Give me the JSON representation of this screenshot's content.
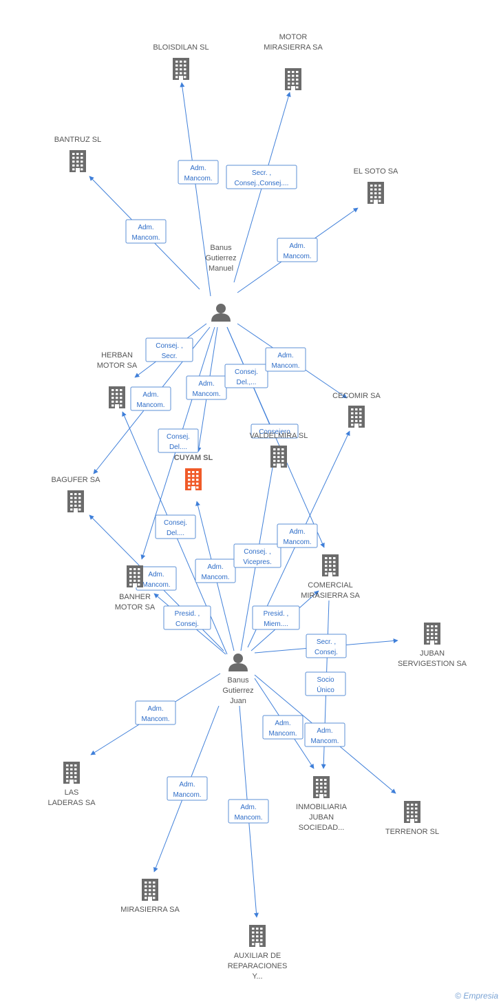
{
  "colors": {
    "edge": "#3f7fd9",
    "label_border": "#5b8fd6",
    "label_text": "#2d6cc7",
    "company_icon": "#6b6b6b",
    "focus_icon": "#f05a28",
    "person_icon": "#6b6b6b"
  },
  "nodes": [
    {
      "id": "bloisdilan",
      "type": "company",
      "label": [
        "BLOISDILAN SL"
      ]
    },
    {
      "id": "motor_mirasierra",
      "type": "company",
      "label": [
        "MOTOR",
        "MIRASIERRA SA"
      ]
    },
    {
      "id": "bantruz",
      "type": "company",
      "label": [
        "BANTRUZ SL"
      ]
    },
    {
      "id": "el_soto",
      "type": "company",
      "label": [
        "EL SOTO SA"
      ]
    },
    {
      "id": "manuel",
      "type": "person",
      "label": [
        "Banus",
        "Gutierrez",
        "Manuel"
      ]
    },
    {
      "id": "herban",
      "type": "company",
      "label": [
        "HERBAN",
        "MOTOR SA"
      ]
    },
    {
      "id": "cecomir",
      "type": "company",
      "label": [
        "CECOMIR SA"
      ]
    },
    {
      "id": "cuyam",
      "type": "focus",
      "label": [
        "CUYAM SL"
      ]
    },
    {
      "id": "valdelmira",
      "type": "company",
      "label": [
        "VALDELMIRA SL"
      ]
    },
    {
      "id": "bagufer",
      "type": "company",
      "label": [
        "BAGUFER SA"
      ]
    },
    {
      "id": "banher",
      "type": "company",
      "label": [
        "BANHER",
        "MOTOR SA"
      ]
    },
    {
      "id": "comercial",
      "type": "company",
      "label": [
        "COMERCIAL",
        "MIRASIERRA SA"
      ]
    },
    {
      "id": "juban_serv",
      "type": "company",
      "label": [
        "JUBAN",
        "SERVIGESTION SA"
      ]
    },
    {
      "id": "juan",
      "type": "person",
      "label": [
        "Banus",
        "Gutierrez",
        "Juan"
      ]
    },
    {
      "id": "las_laderas",
      "type": "company",
      "label": [
        "LAS",
        "LADERAS SA"
      ]
    },
    {
      "id": "inmobiliaria",
      "type": "company",
      "label": [
        "INMOBILIARIA",
        "JUBAN",
        "SOCIEDAD..."
      ]
    },
    {
      "id": "terrenor",
      "type": "company",
      "label": [
        "TERRENOR SL"
      ]
    },
    {
      "id": "mirasierra",
      "type": "company",
      "label": [
        "MIRASIERRA SA"
      ]
    },
    {
      "id": "auxiliar",
      "type": "company",
      "label": [
        "AUXILIAR DE",
        "REPARACIONES",
        "Y..."
      ]
    }
  ],
  "edges": [
    {
      "from": "manuel",
      "to": "bloisdilan",
      "label": [
        "Adm.",
        "Mancom."
      ]
    },
    {
      "from": "manuel",
      "to": "motor_mirasierra",
      "label": [
        "Secr. ,",
        "Consej.,Consej...."
      ]
    },
    {
      "from": "manuel",
      "to": "bantruz",
      "label": [
        "Adm.",
        "Mancom."
      ]
    },
    {
      "from": "manuel",
      "to": "el_soto",
      "label": [
        "Adm.",
        "Mancom."
      ]
    },
    {
      "from": "manuel",
      "to": "herban",
      "label": [
        "Consej. ,",
        "Secr."
      ]
    },
    {
      "from": "manuel",
      "to": "bagufer",
      "label": [
        "Adm.",
        "Mancom."
      ]
    },
    {
      "from": "manuel",
      "to": "cuyam",
      "label": [
        "Adm.",
        "Mancom."
      ]
    },
    {
      "from": "manuel",
      "to": "banher",
      "label": [
        "Consej.",
        "Del...."
      ]
    },
    {
      "from": "manuel",
      "to": "valdelmira",
      "label": [
        "Consej.",
        "Del.,..."
      ]
    },
    {
      "from": "manuel",
      "to": "cecomir",
      "label": [
        "Adm.",
        "Mancom."
      ]
    },
    {
      "from": "manuel",
      "to": "comercial",
      "label": [
        "Consejero"
      ]
    },
    {
      "from": "juan",
      "to": "herban",
      "label": [
        "Consej.",
        "Del...."
      ]
    },
    {
      "from": "juan",
      "to": "cuyam",
      "label": [
        "Adm.",
        "Mancom."
      ]
    },
    {
      "from": "juan",
      "to": "valdelmira",
      "label": [
        "Consej. ,",
        "Vicepres."
      ]
    },
    {
      "from": "juan",
      "to": "cecomir",
      "label": [
        "Adm.",
        "Mancom."
      ]
    },
    {
      "from": "juan",
      "to": "bagufer",
      "label": [
        "Adm.",
        "Mancom."
      ]
    },
    {
      "from": "juan",
      "to": "banher",
      "label": [
        "Presid. ,",
        "Consej."
      ]
    },
    {
      "from": "juan",
      "to": "comercial",
      "label": [
        "Presid. ,",
        "Miem...."
      ]
    },
    {
      "from": "juan",
      "to": "juban_serv",
      "label": [
        "Secr. ,",
        "Consej."
      ]
    },
    {
      "from": "juan",
      "to": "las_laderas",
      "label": [
        "Adm.",
        "Mancom."
      ]
    },
    {
      "from": "comercial",
      "to": "inmobiliaria",
      "label": [
        "Socio",
        "Único"
      ]
    },
    {
      "from": "juan",
      "to": "inmobiliaria",
      "label": [
        "Adm.",
        "Mancom."
      ]
    },
    {
      "from": "juan",
      "to": "terrenor",
      "label": [
        "Adm.",
        "Mancom."
      ]
    },
    {
      "from": "juan",
      "to": "mirasierra",
      "label": [
        "Adm.",
        "Mancom."
      ]
    },
    {
      "from": "juan",
      "to": "auxiliar",
      "label": [
        "Adm.",
        "Mancom."
      ]
    }
  ],
  "watermark": "© Empresia"
}
